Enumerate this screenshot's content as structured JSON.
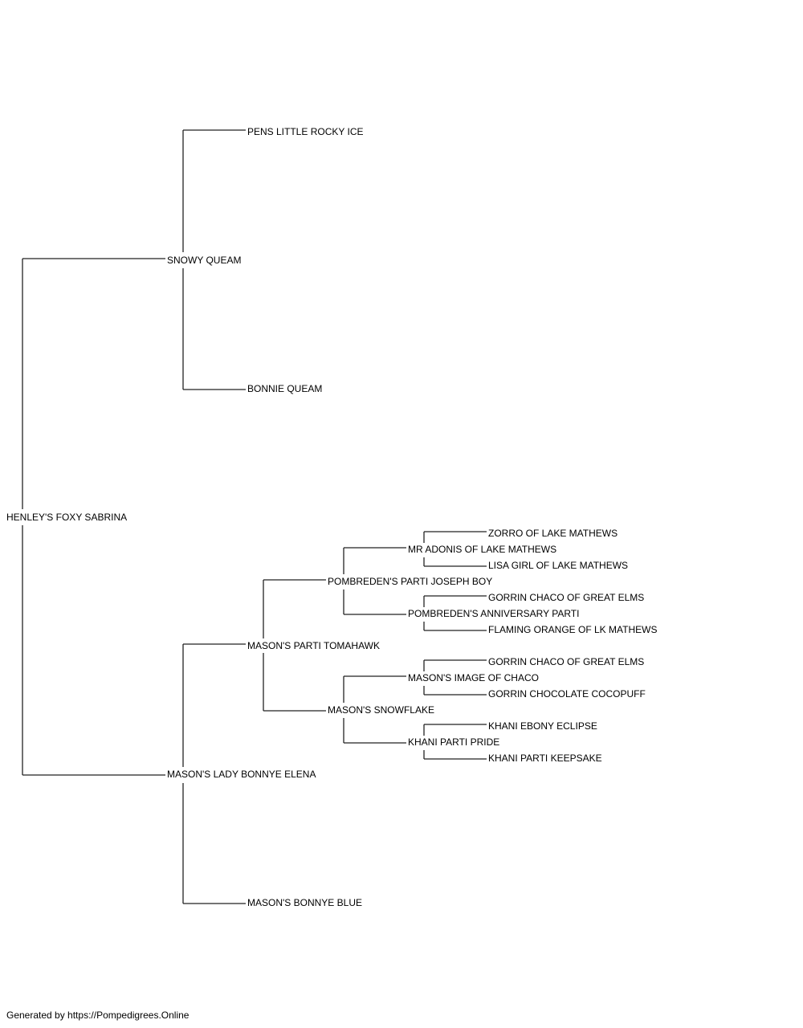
{
  "pedigree": {
    "name": "HENLEY'S FOXY SABRINA",
    "sire": {
      "name": "SNOWY QUEAM",
      "sire": {
        "name": "PENS LITTLE ROCKY ICE"
      },
      "dam": {
        "name": "BONNIE QUEAM"
      }
    },
    "dam": {
      "name": "MASON'S LADY BONNYE ELENA",
      "sire": {
        "name": "MASON'S PARTI TOMAHAWK",
        "sire": {
          "name": "POMBREDEN'S PARTI JOSEPH BOY",
          "sire": {
            "name": "MR ADONIS OF LAKE MATHEWS",
            "sire": {
              "name": "ZORRO OF LAKE MATHEWS"
            },
            "dam": {
              "name": "LISA GIRL OF LAKE MATHEWS"
            }
          },
          "dam": {
            "name": "POMBREDEN'S ANNIVERSARY PARTI",
            "sire": {
              "name": "GORRIN CHACO OF GREAT ELMS"
            },
            "dam": {
              "name": "FLAMING ORANGE OF LK MATHEWS"
            }
          }
        },
        "dam": {
          "name": "MASON'S SNOWFLAKE",
          "sire": {
            "name": "MASON'S IMAGE OF CHACO",
            "sire": {
              "name": "GORRIN CHACO OF GREAT ELMS"
            },
            "dam": {
              "name": "GORRIN CHOCOLATE COCOPUFF"
            }
          },
          "dam": {
            "name": "KHANI PARTI PRIDE",
            "sire": {
              "name": "KHANI EBONY ECLIPSE"
            },
            "dam": {
              "name": "KHANI PARTI KEEPSAKE"
            }
          }
        }
      },
      "dam": {
        "name": "MASON'S BONNYE BLUE"
      }
    }
  },
  "footer": "Generated by https://Pompedigrees.Online"
}
